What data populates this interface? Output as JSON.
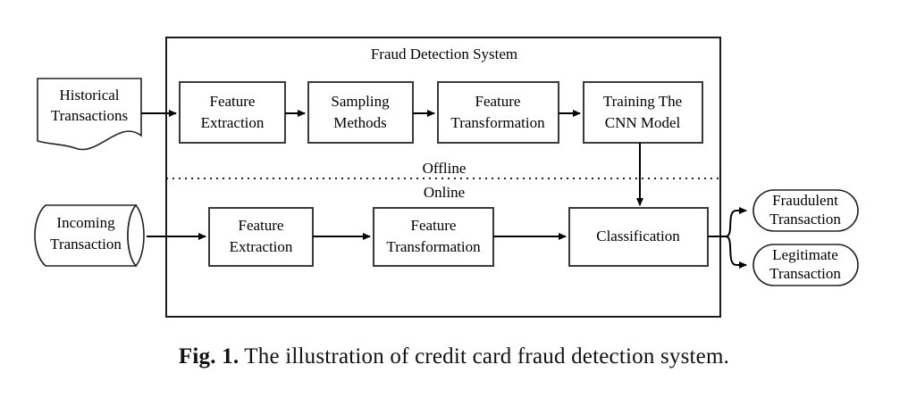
{
  "figure": {
    "caption_tag": "Fig. 1.",
    "caption_text": "The illustration of credit card fraud detection system.",
    "frame_title": "Fraud Detection System"
  },
  "phases": {
    "offline_label": "Offline",
    "online_label": "Online"
  },
  "inputs": {
    "historical": {
      "line1": "Historical",
      "line2": "Transactions",
      "shape": "document"
    },
    "incoming": {
      "line1": "Incoming",
      "line2": "Transaction",
      "shape": "cylinder"
    }
  },
  "offline_pipeline": [
    {
      "line1": "Feature",
      "line2": "Extraction"
    },
    {
      "line1": "Sampling",
      "line2": "Methods"
    },
    {
      "line1": "Feature",
      "line2": "Transformation"
    },
    {
      "line1": "Training The",
      "line2": "CNN Model"
    }
  ],
  "online_pipeline": [
    {
      "line1": "Feature",
      "line2": "Extraction"
    },
    {
      "line1": "Feature",
      "line2": "Transformation"
    },
    {
      "line1": "Classification",
      "line2": ""
    }
  ],
  "outputs": [
    {
      "line1": "Fraudulent",
      "line2": "Transaction"
    },
    {
      "line1": "Legitimate",
      "line2": "Transaction"
    }
  ],
  "colors": {
    "stroke": "#3a3a3a",
    "frame_stroke": "#1b1b1b",
    "text": "#000000",
    "background": "#ffffff"
  }
}
